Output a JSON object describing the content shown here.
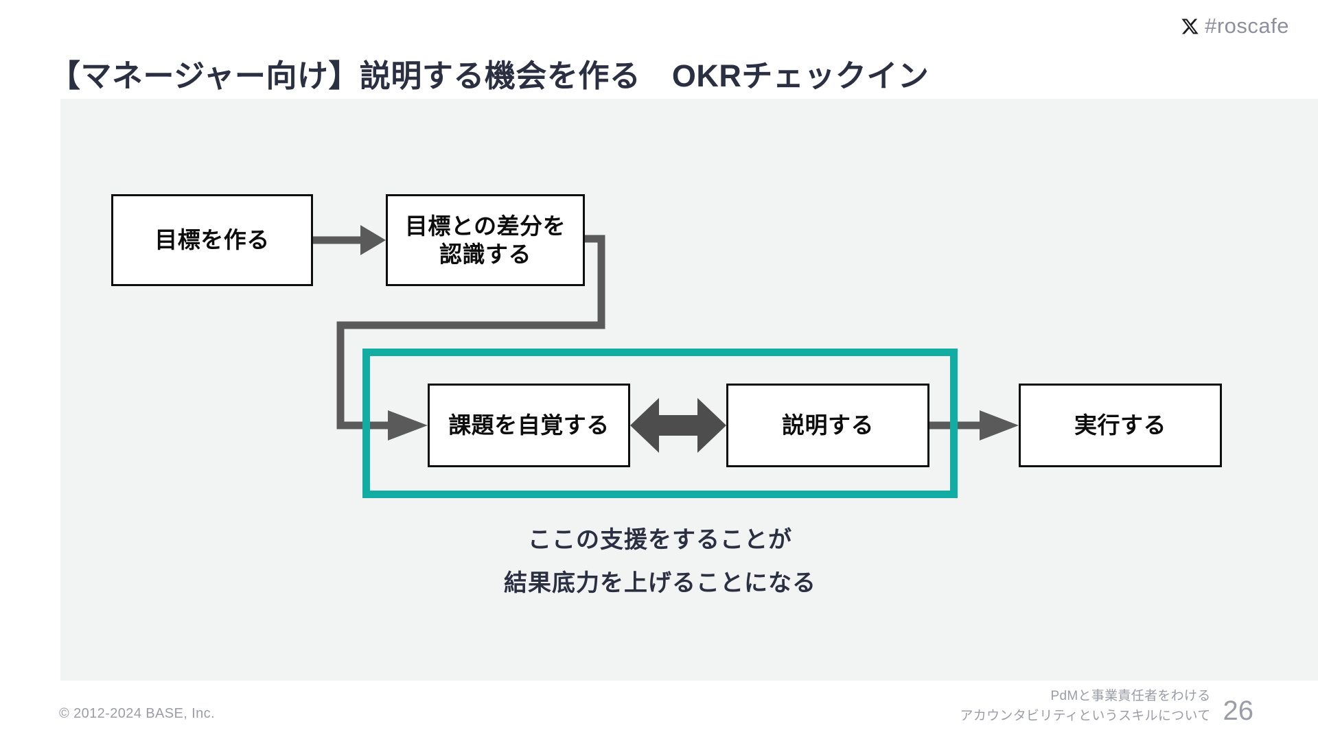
{
  "slide": {
    "title": "【マネージャー向け】説明する機会を作る　OKRチェックイン",
    "brand_handle": "#roscafe",
    "brand_icon": "x-logo-icon",
    "accent_color": "#12ada2",
    "title_color": "#2b2f42",
    "canvas_color": "#f2f4f3"
  },
  "diagram": {
    "type": "flow",
    "nodes": [
      {
        "id": "goal",
        "label": "目標を作る"
      },
      {
        "id": "gap",
        "label": "目標との差分を\n認識する",
        "line1": "目標との差分を",
        "line2": "認識する"
      },
      {
        "id": "aware",
        "label": "課題を自覚する"
      },
      {
        "id": "explain",
        "label": "説明する"
      },
      {
        "id": "execute",
        "label": "実行する"
      }
    ],
    "edges": [
      {
        "from": "goal",
        "to": "gap",
        "style": "arrow-right"
      },
      {
        "from": "gap",
        "to": "aware",
        "style": "elbow-arrow-right"
      },
      {
        "from": "aware",
        "to": "explain",
        "style": "double-arrow"
      },
      {
        "from": "explain",
        "to": "execute",
        "style": "arrow-right"
      }
    ],
    "highlight": {
      "name": "focus-frame",
      "covers": [
        "aware",
        "explain"
      ],
      "color": "#12ada2"
    },
    "caption": {
      "line1": "ここの支援をすることが",
      "line2": "結果底力を上げることになる"
    }
  },
  "footer": {
    "copyright": "© 2012-2024 BASE, Inc.",
    "deck_line1": "PdMと事業責任者をわける",
    "deck_line2": "アカウンタビリティというスキルについて",
    "page_number": "26"
  }
}
